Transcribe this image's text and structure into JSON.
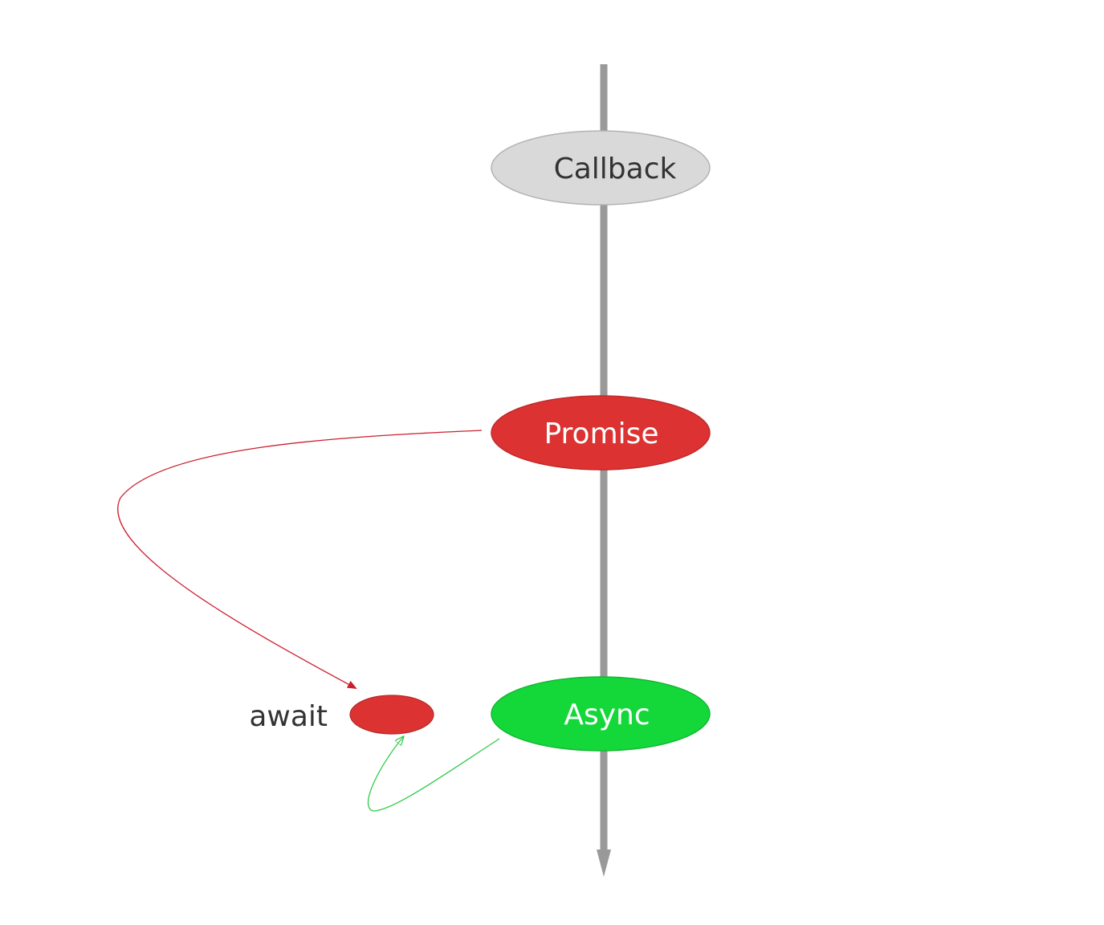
{
  "colors": {
    "timeline": "#999999",
    "callback_fill": "#d9d9d9",
    "callback_stroke": "#b3b3b3",
    "callback_text": "#333333",
    "promise_fill": "#dc3232",
    "promise_stroke": "#c02a2a",
    "promise_text": "#ffffff",
    "async_fill": "#14d83a",
    "async_stroke": "#12b832",
    "async_text": "#ffffff",
    "await_fill": "#dc3232",
    "await_stroke": "#b52a2a",
    "await_text": "#333333",
    "red_arrow": "#cc1f2e",
    "green_arrow": "#2ecc4a"
  },
  "nodes": {
    "callback": {
      "label": "Callback"
    },
    "promise": {
      "label": "Promise"
    },
    "async": {
      "label": "Async"
    },
    "await": {
      "label": "await"
    }
  }
}
